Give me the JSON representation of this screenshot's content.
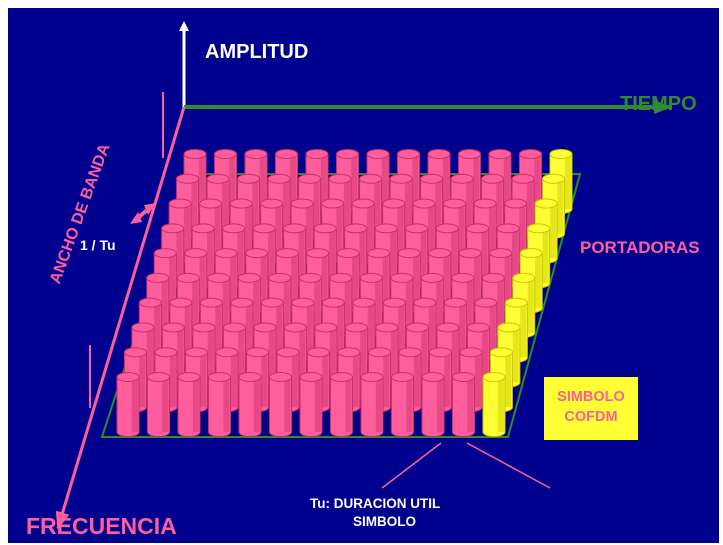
{
  "labels": {
    "amplitude": "AMPLITUD",
    "time": "TIEMPO",
    "frequency": "FRECUENCIA",
    "bandwidth": "ANCHO DE BANDA",
    "carrier_spacing": "1 / Tu",
    "carriers": "PORTADORAS",
    "useful_symbol_duration_line1": "Tu: DURACION  UTIL",
    "useful_symbol_duration_line2": "SIMBOLO"
  },
  "symbol_box": {
    "line1": "SIMBOLO",
    "line2": "COFDM"
  },
  "carrier_grid": {
    "rows": 10,
    "columns": 13,
    "highlighted_column": "last"
  },
  "colors": {
    "background": "#00008f",
    "carrier": "#ff5e9c",
    "carrier_dark": "#c8306a",
    "symbol": "#ffff33",
    "symbol_dark": "#c8c800",
    "time_axis": "#2e8b2e",
    "amplitude_axis": "#ffffff",
    "frequency_axis": "#ff5e9c",
    "text_light": "#ffffff"
  }
}
